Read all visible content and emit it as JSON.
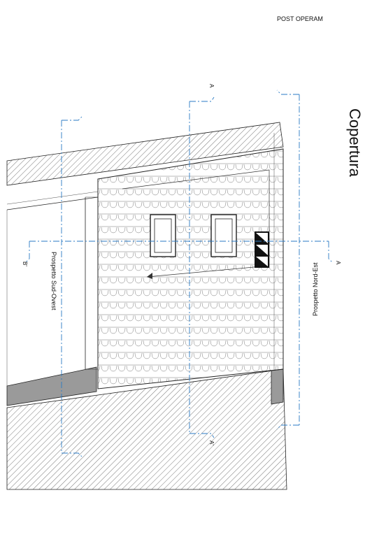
{
  "header": "POST OPERAM",
  "title": "Copertura",
  "labels": {
    "sud_ovest": "Prospetto Sud-Ovest",
    "nord_est": "Prospetto Nord-Est"
  },
  "section_marks": {
    "a_top": "A",
    "a_bottom": "A'",
    "a_right": "A",
    "b_left": "B'"
  },
  "colors": {
    "line": "#222222",
    "hatch": "#555555",
    "dash": "#2a7ac4",
    "fill_dark": "#9a9a9a",
    "paper": "#ffffff"
  }
}
